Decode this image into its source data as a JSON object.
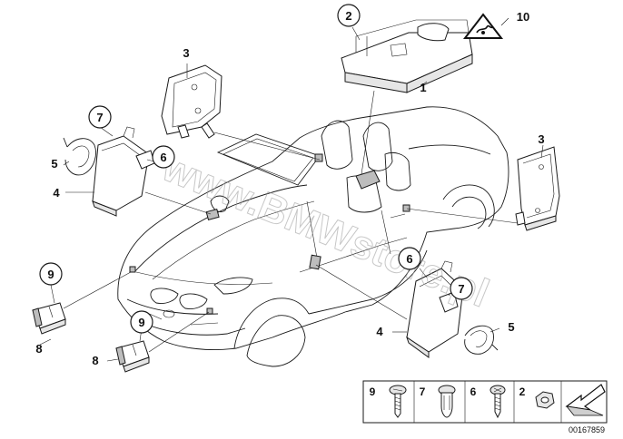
{
  "diagram": {
    "watermark": "www.BMWstore.pl",
    "document_number": "00167859",
    "callouts": {
      "c1": "1",
      "c2": "2",
      "c3a": "3",
      "c3b": "3",
      "c4a": "4",
      "c4b": "4",
      "c5a": "5",
      "c5b": "5",
      "c6a": "6",
      "c6b": "6",
      "c7a": "7",
      "c7b": "7",
      "c8a": "8",
      "c8b": "8",
      "c9a": "9",
      "c9b": "9",
      "c10": "10"
    },
    "fastener_legend": [
      "9",
      "7",
      "6",
      "2"
    ],
    "icons": {
      "warning": "hazard-triangle-icon",
      "direction": "arrow-left-icon"
    }
  }
}
